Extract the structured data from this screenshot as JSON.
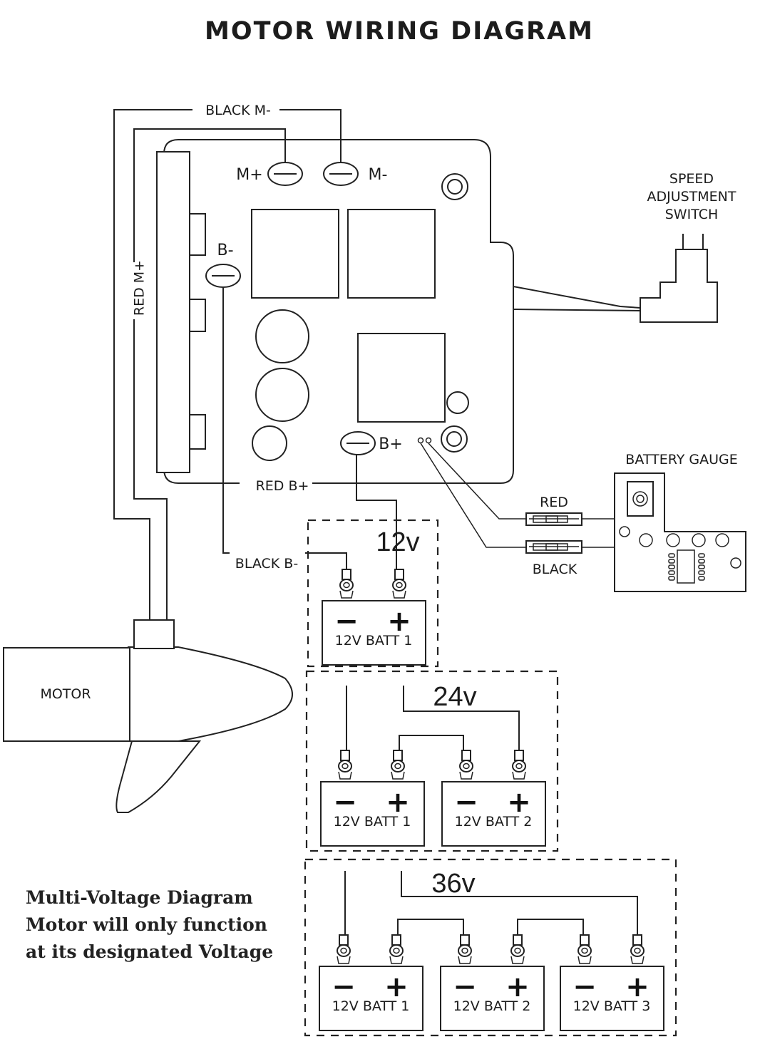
{
  "title": "MOTOR WIRING DIAGRAM",
  "wire_labels": {
    "black_m_minus": "BLACK M-",
    "red_m_plus": "RED M+",
    "red_b_plus": "RED B+",
    "black_b_minus": "BLACK B-",
    "gauge_red": "RED",
    "gauge_black": "BLACK"
  },
  "terminals": {
    "m_plus": "M+",
    "m_minus": "M-",
    "b_minus": "B-",
    "b_plus": "B+"
  },
  "speed_switch": {
    "line1": "SPEED",
    "line2": "ADJUSTMENT",
    "line3": "SWITCH"
  },
  "battery_gauge": "BATTERY GAUGE",
  "motor": "MOTOR",
  "voltages": {
    "v12": "12v",
    "v24": "24v",
    "v36": "36v"
  },
  "batteries": {
    "batt1": "12V BATT 1",
    "batt2": "12V BATT 2",
    "batt3": "12V BATT 3",
    "minus": "−",
    "plus": "+"
  },
  "note": {
    "line1": "Multi-Voltage Diagram",
    "line2": "Motor will only function",
    "line3": "at its designated Voltage"
  }
}
